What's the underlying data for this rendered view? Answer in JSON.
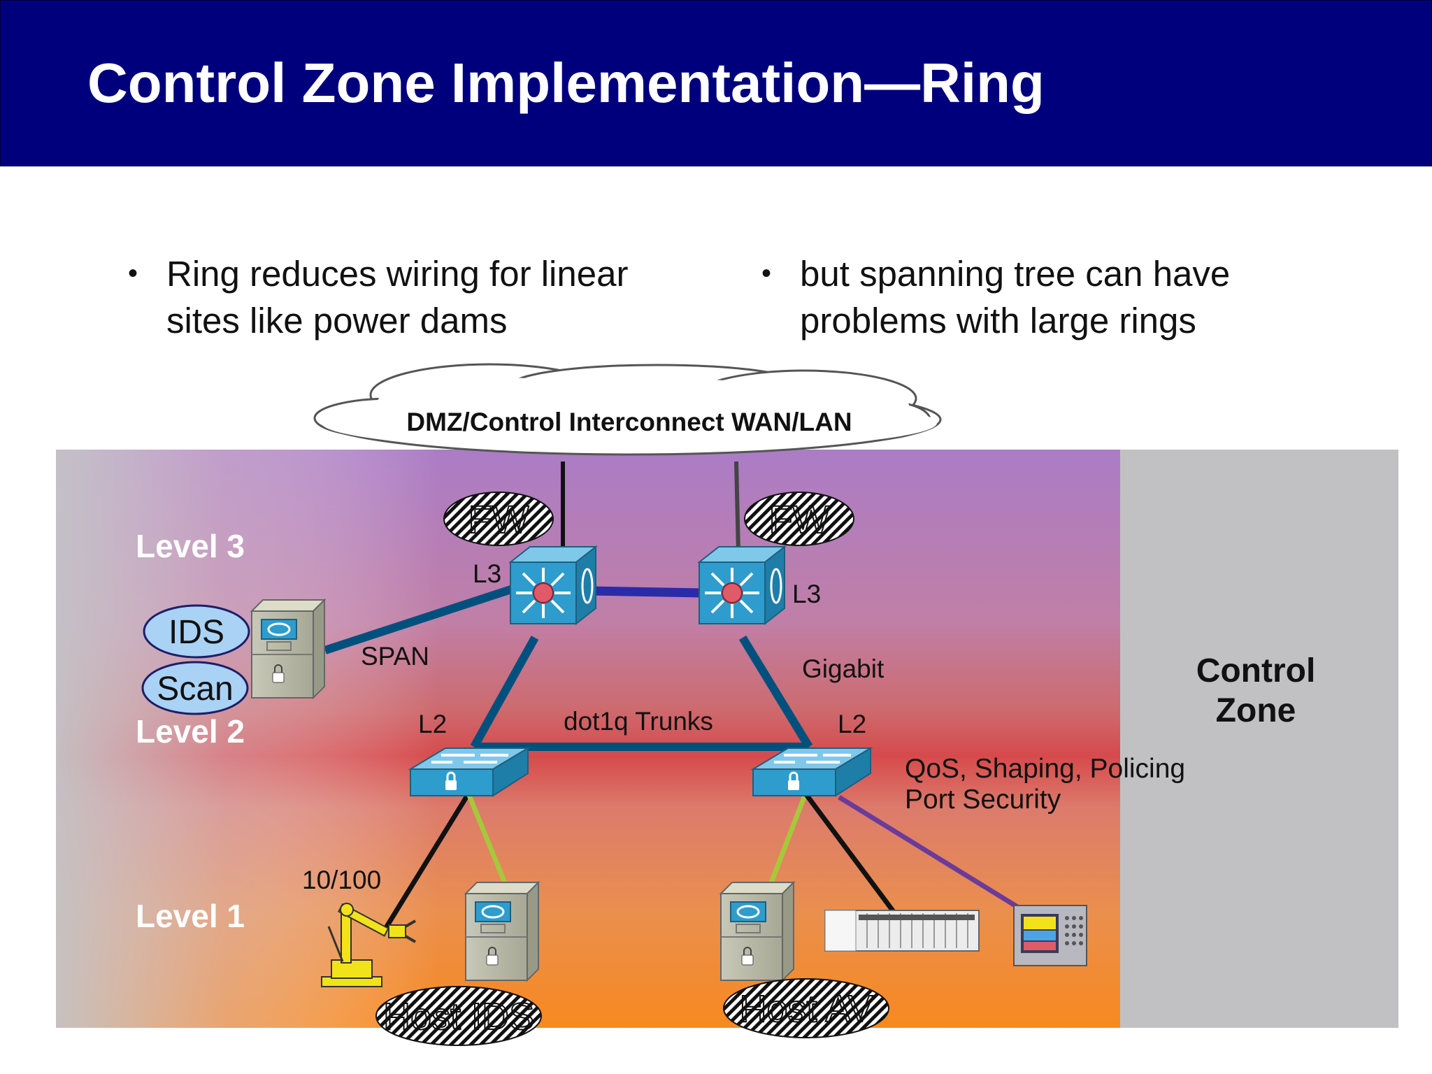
{
  "title": "Control Zone Implementation—Ring",
  "bullets": [
    {
      "line1": "Ring reduces wiring for linear",
      "line2": "sites like power dams"
    },
    {
      "line1": "but spanning tree can have",
      "line2": "problems with large rings"
    }
  ],
  "diagram": {
    "cloud_label": "DMZ/Control Interconnect WAN/LAN",
    "levels": {
      "level3": "Level 3",
      "level2": "Level 2",
      "level1": "Level 1"
    },
    "fw_labels": [
      "FW",
      "FW"
    ],
    "switch_labels": {
      "l3_left": "L3",
      "l3_right": "L3",
      "l2_left": "L2",
      "l2_right": "L2"
    },
    "link_labels": {
      "span": "SPAN",
      "gigabit": "Gigabit",
      "trunks": "dot1q Trunks",
      "fast": "10/100"
    },
    "ids": "IDS",
    "scan": "Scan",
    "features": [
      "QoS, Shaping, Policing",
      "Port Security"
    ],
    "zone_label": [
      "Control",
      "Zone"
    ],
    "host_labels": {
      "host_ids": "Host IDS",
      "host_av": "Host AV"
    },
    "colors": {
      "title_bg": "#00007d",
      "switch": "#2e9ccd",
      "trunk": "#00507e",
      "ids_oval": "#a9d2f5",
      "purple_link": "#6b3b9a",
      "lime_link": "#a6c83a"
    }
  }
}
